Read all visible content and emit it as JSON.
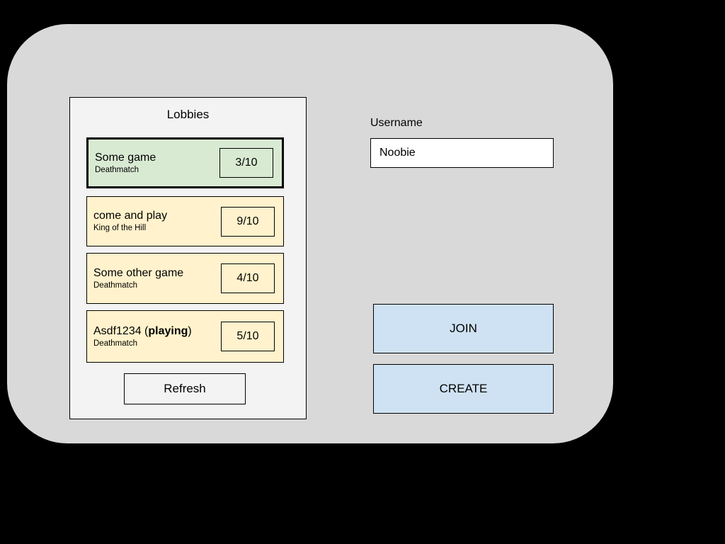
{
  "lobbies_panel": {
    "title": "Lobbies",
    "refresh_label": "Refresh",
    "items": [
      {
        "name_pre": "Some game",
        "name_bold": "",
        "name_post": "",
        "mode": "Deathmatch",
        "count": "3/10",
        "state": "selected"
      },
      {
        "name_pre": "come and play",
        "name_bold": "",
        "name_post": "",
        "mode": "King of the Hill",
        "count": "9/10",
        "state": "available"
      },
      {
        "name_pre": "Some other game",
        "name_bold": "",
        "name_post": "",
        "mode": "Deathmatch",
        "count": "4/10",
        "state": "available"
      },
      {
        "name_pre": "Asdf1234 (",
        "name_bold": "playing",
        "name_post": ")",
        "mode": "Deathmatch",
        "count": "5/10",
        "state": "available"
      }
    ]
  },
  "username": {
    "label": "Username",
    "value": "Noobie"
  },
  "buttons": {
    "join": "JOIN",
    "create": "CREATE"
  },
  "colors": {
    "background": "#000000",
    "surface": "#d9d9d9",
    "panel": "#f3f3f3",
    "lobby_selected": "#d9ead3",
    "lobby_default": "#fff2cc",
    "action_button": "#cfe2f3",
    "input_bg": "#ffffff",
    "border": "#000000"
  }
}
